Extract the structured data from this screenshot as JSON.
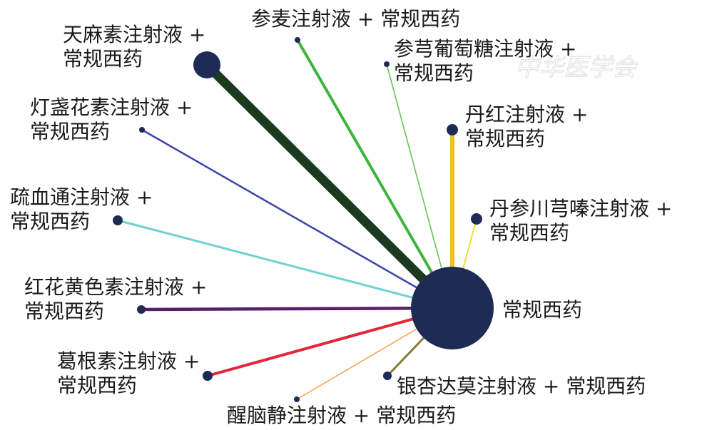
{
  "network": {
    "hub": {
      "id": "hub",
      "label": "常规西药",
      "node_color": "#1e2b55"
    },
    "nodes": [
      {
        "id": "tianma",
        "lines": [
          "天麻素注射液 +",
          "常规西药"
        ]
      },
      {
        "id": "shenmai",
        "lines": [
          "参麦注射液 + 常规西药"
        ]
      },
      {
        "id": "shenxiong",
        "lines": [
          "参芎葡萄糖注射液 +",
          "常规西药"
        ]
      },
      {
        "id": "danhong",
        "lines": [
          "丹红注射液 +",
          "常规西药"
        ]
      },
      {
        "id": "dengzhan",
        "lines": [
          "灯盏花素注射液 +",
          "常规西药"
        ]
      },
      {
        "id": "shuxuetong",
        "lines": [
          "疏血通注射液 +",
          "常规西药"
        ]
      },
      {
        "id": "danshen",
        "lines": [
          "丹参川芎嗪注射液 +",
          "常规西药"
        ]
      },
      {
        "id": "honghua",
        "lines": [
          "红花黄色素注射液 +",
          "常规西药"
        ]
      },
      {
        "id": "gegen",
        "lines": [
          "葛根素注射液 +",
          "常规西药"
        ]
      },
      {
        "id": "yinxing",
        "lines": [
          "银杏达莫注射液 + 常规西药"
        ]
      },
      {
        "id": "xingnaojing",
        "lines": [
          "醒脑静注射液 + 常规西药"
        ]
      }
    ],
    "edges": [
      {
        "target": "tianma",
        "color": "#1b3a1e"
      },
      {
        "target": "shenmai",
        "color": "#3bb53b"
      },
      {
        "target": "shenxiong",
        "color": "#5cc24a"
      },
      {
        "target": "danhong",
        "color": "#f2c21a"
      },
      {
        "target": "dengzhan",
        "color": "#3a45a8"
      },
      {
        "target": "shuxuetong",
        "color": "#6fd1d1"
      },
      {
        "target": "danshen",
        "color": "#e8e23c"
      },
      {
        "target": "honghua",
        "color": "#5a1e6e"
      },
      {
        "target": "gegen",
        "color": "#e3263a"
      },
      {
        "target": "yinxing",
        "color": "#8a7a3a"
      },
      {
        "target": "xingnaojing",
        "color": "#f5a050"
      }
    ],
    "watermark": "中华医学会"
  }
}
